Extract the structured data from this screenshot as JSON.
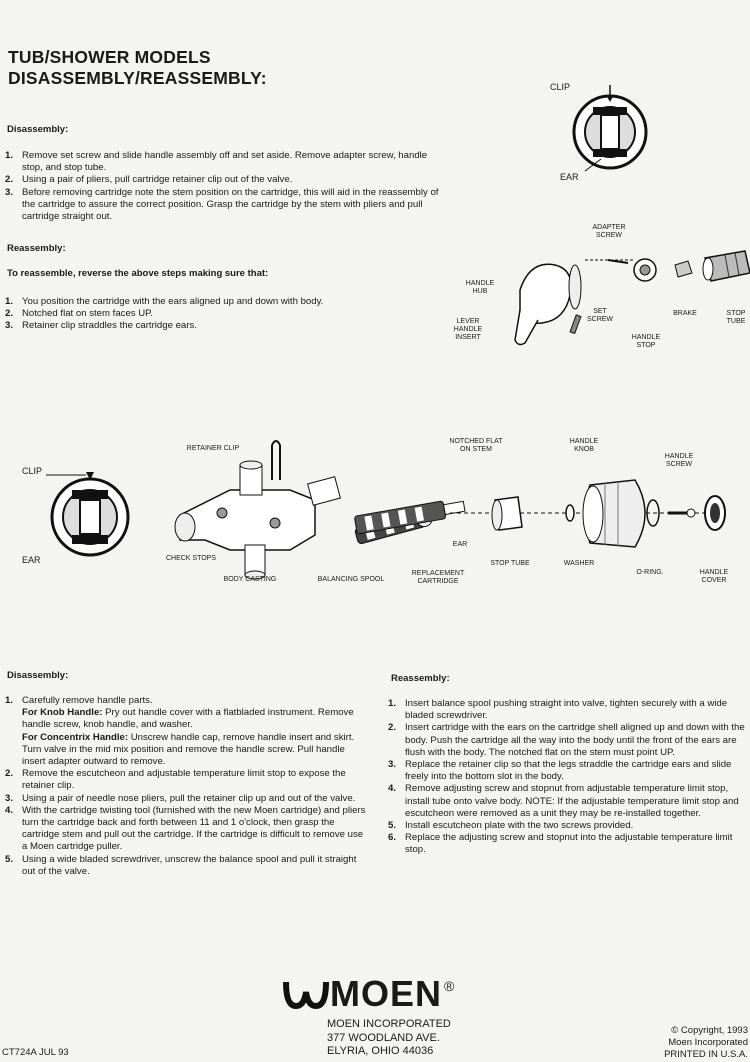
{
  "title": {
    "line1": "TUB/SHOWER MODELS",
    "line2": "DISASSEMBLY/REASSEMBLY:"
  },
  "top": {
    "disassembly_heading": "Disassembly:",
    "disassembly_steps": [
      "Remove set screw and slide handle assembly off and set aside.  Remove adapter screw, handle stop, and stop tube.",
      "Using a pair of pliers, pull cartridge retainer clip out of the valve.",
      "Before removing cartridge note the stem position on the cartridge, this will aid in the reassembly of the cartridge to assure the correct position.  Grasp the cartridge by the stem with pliers and pull cartridge straight out."
    ],
    "reassembly_heading": "Reassembly:",
    "reassembly_intro": "To reassemble, reverse the above steps making sure that:",
    "reassembly_steps": [
      "You position the cartridge with the ears aligned up and down with body.",
      "Notched flat on stem faces UP.",
      "Retainer clip straddles the cartridge ears."
    ]
  },
  "diagram_labels": {
    "clip_top": "CLIP",
    "ear_top": "EAR",
    "adapter_screw": "ADAPTER\nSCREW",
    "handle_hub": "HANDLE\nHUB",
    "lever_handle_insert": "LEVER\nHANDLE\nINSERT",
    "set_screw": "SET\nSCREW",
    "handle_stop": "HANDLE\nSTOP",
    "brake": "BRAKE",
    "stop_tube_top": "STOP\nTUBE",
    "retainer_clip": "RETAINER CLIP",
    "notched_flat": "NOTCHED FLAT\nON STEM",
    "handle_knob": "HANDLE\nKNOB",
    "handle_screw": "HANDLE\nSCREW",
    "clip_left": "CLIP",
    "ear_left": "EAR",
    "check_stops": "CHECK STOPS",
    "body_casting": "BODY CASTING",
    "balancing_spool": "BALANCING SPOOL",
    "replacement_cartridge": "REPLACEMENT\nCARTRIDGE",
    "ear_mid": "EAR",
    "stop_tube": "STOP TUBE",
    "washer": "WASHER",
    "o_ring": "O-RING.",
    "handle_cover": "HANDLE\nCOVER"
  },
  "bottom_left": {
    "heading": "Disassembly:",
    "step1_lead": "Carefully remove handle parts.",
    "knob_label": "For Knob Handle:",
    "knob_text": " Pry out handle cover with a flatbladed instrument. Remove handle screw, knob handle, and washer.",
    "concentrix_label": "For Concentrix Handle:",
    "concentrix_text": " Unscrew handle cap, remove handle insert and skirt.  Turn valve in the mid mix position and remove the handle screw.  Pull handle insert adapter outward to remove.",
    "steps": [
      "Remove the escutcheon and adjustable temperature limit stop to expose the retainer clip.",
      "Using a pair of needle nose pliers, pull the retainer clip up and out of the valve.",
      "With the cartridge twisting tool (furnished with the new Moen cartridge) and pliers turn the cartridge back and forth between 11 and 1 o'clock, then grasp the cartridge stem and pull out the cartridge.  If the cartridge is difficult to remove use a Moen cartridge puller.",
      "Using a wide bladed screwdriver, unscrew the balance spool and pull it straight out of the valve."
    ]
  },
  "bottom_right": {
    "heading": "Reassembly:",
    "steps": [
      "Insert balance spool pushing straight into valve, tighten securely with a wide bladed screwdriver.",
      "Insert cartridge with the ears on the cartridge shell aligned up and down with the body.  Push the cartridge all the way into the body until the front of the ears are flush with the body.  The notched flat on the stem must point UP.",
      "Replace the retainer clip so that the legs straddle the cartridge ears and slide freely into the bottom slot in the body.",
      "Remove adjusting screw and stopnut from adjustable temperature limit stop, install tube onto valve body.  NOTE:  If the adjustable temperature limit stop and escutcheon were removed as a unit they may be re-installed together.",
      "Install escutcheon plate with the two screws provided.",
      "Replace the adjusting screw and stopnut into the adjustable temperature limit stop."
    ]
  },
  "footer": {
    "logo_text": "MOEN",
    "registered": "®",
    "company": "MOEN INCORPORATED",
    "address": "377 WOODLAND AVE.",
    "city": "ELYRIA, OHIO  44036",
    "doc_code": "CT724A  JUL  93",
    "copyright": "© Copyright, 1993",
    "copyright_owner": "Moen Incorporated",
    "printed": "PRINTED IN U.S.A."
  }
}
